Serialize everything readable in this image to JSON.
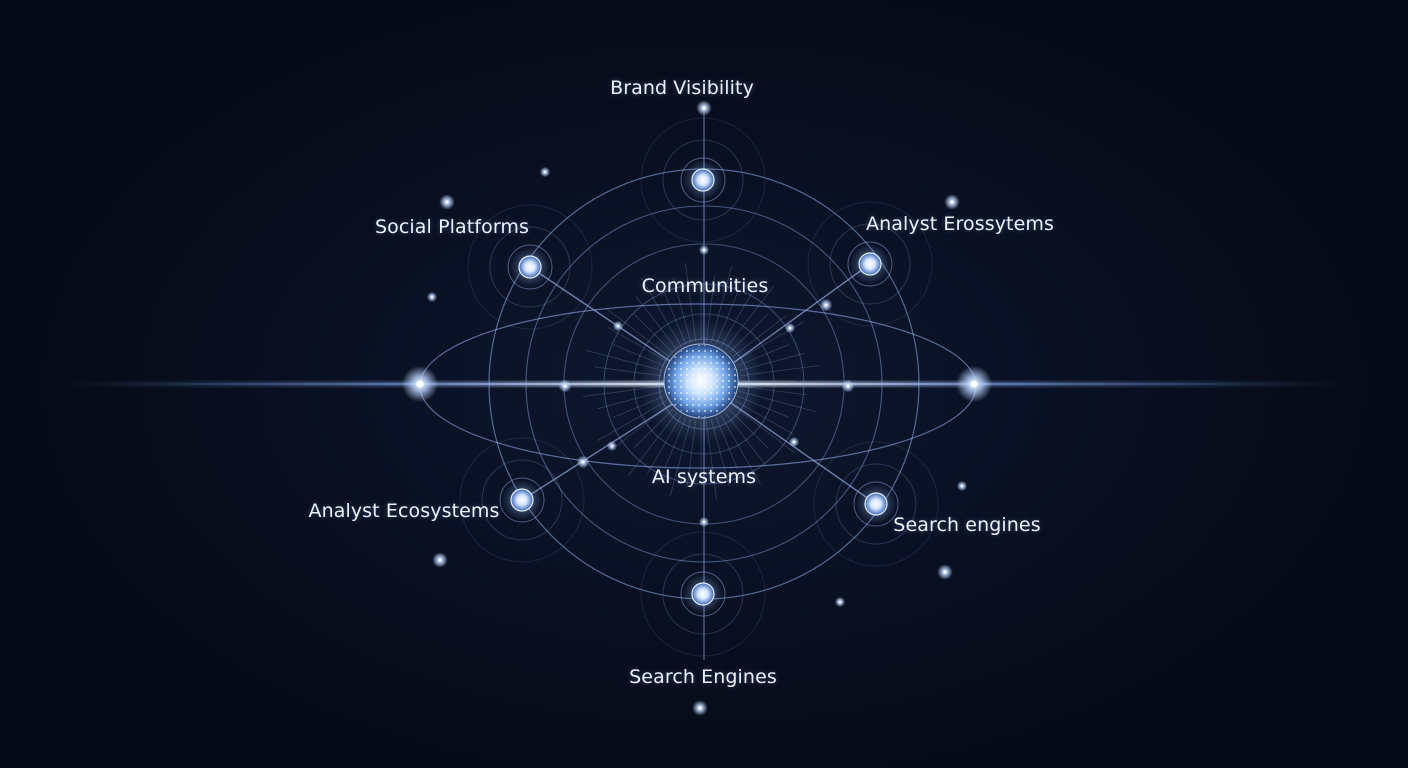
{
  "colors": {
    "background": "#060a16",
    "line": "#9cb8ff",
    "glow": "#cfe0ff",
    "text": "#eef2fb"
  },
  "labels": {
    "brand_visibility": "Brand Visibility",
    "social_platforms": "Social Platforms",
    "analyst_erossytems": "Analyst Erossytems",
    "communities": "Communities",
    "ai_systems": "AI systems",
    "analyst_ecosystems": "Analyst Ecosystems",
    "search_engines_lower": "Search engines",
    "search_engines_bottom": "Search Engines"
  }
}
